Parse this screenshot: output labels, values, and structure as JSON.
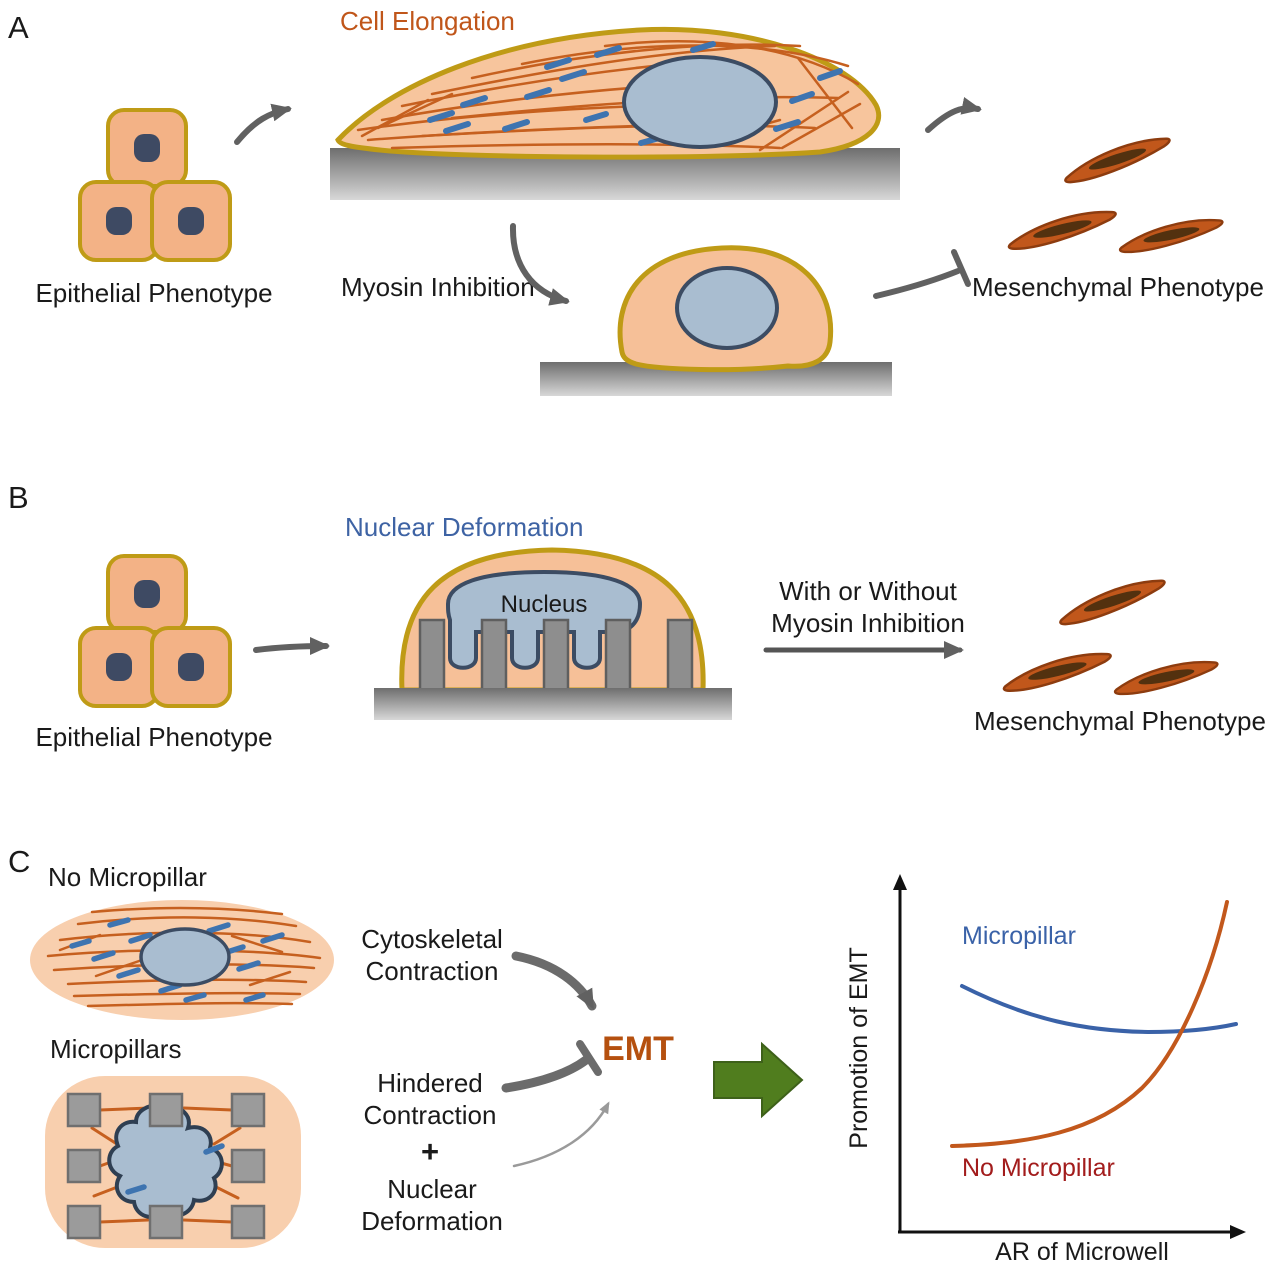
{
  "panel_a": {
    "label": "A",
    "title": "Cell Elongation",
    "epithelial": "Epithelial Phenotype",
    "myosin": "Myosin Inhibition",
    "mesenchymal": "Mesenchymal Phenotype"
  },
  "panel_b": {
    "label": "B",
    "title": "Nuclear Deformation",
    "epithelial": "Epithelial Phenotype",
    "nucleus": "Nucleus",
    "arrow_line1": "With or Without",
    "arrow_line2": "Myosin Inhibition",
    "mesenchymal": "Mesenchymal Phenotype"
  },
  "panel_c": {
    "label": "C",
    "no_micropillar": "No Micropillar",
    "micropillars": "Micropillars",
    "cyto_line1": "Cytoskeletal",
    "cyto_line2": "Contraction",
    "hindered_line1": "Hindered",
    "hindered_line2": "Contraction",
    "plus": "+",
    "nuclear_line1": "Nuclear",
    "nuclear_line2": "Deformation",
    "emt": "EMT"
  },
  "chart": {
    "micropillar_series": "Micropillar",
    "no_micropillar_series": "No Micropillar",
    "ylabel": "Promotion of EMT",
    "xlabel": "AR of Microwell"
  },
  "chart_data": {
    "type": "line",
    "title": "",
    "xlabel": "AR of Microwell",
    "ylabel": "Promotion of EMT",
    "x": [
      0,
      0.2,
      0.4,
      0.6,
      0.8,
      1.0
    ],
    "series": [
      {
        "name": "Micropillar",
        "color": "#3a62a8",
        "values": [
          0.7,
          0.6,
          0.56,
          0.55,
          0.56,
          0.58
        ]
      },
      {
        "name": "No Micropillar",
        "color": "#c2581c",
        "values": [
          0.22,
          0.23,
          0.28,
          0.4,
          0.65,
          0.95
        ]
      }
    ],
    "xlim": [
      0,
      1
    ],
    "ylim": [
      0,
      1
    ],
    "grid": false,
    "legend_position": "inline-labels",
    "note": "Qualitative curves without numeric tick labels; curves cross near high AR"
  },
  "colors": {
    "cell_fill": "#f6c49c",
    "cell_stroke": "#bf9b16",
    "nucleus_fill": "#a9bdd0",
    "nucleus_stroke": "#3c4c63",
    "epithelial_nucleus": "#3e4a63",
    "fiber": "#c6601f",
    "myosin_dash": "#3e74b0",
    "mesenchymal_fill": "#c1571b",
    "mesenchymal_stroke": "#8d3c0f",
    "arrow_gray": "#616161",
    "substrate_dark": "#6e6e6e",
    "substrate_light": "#d8d8d8",
    "emt_text": "#b5500f",
    "green_arrow": "#507d1e",
    "chart_blue": "#3a62a8",
    "chart_orange": "#c2581c"
  }
}
